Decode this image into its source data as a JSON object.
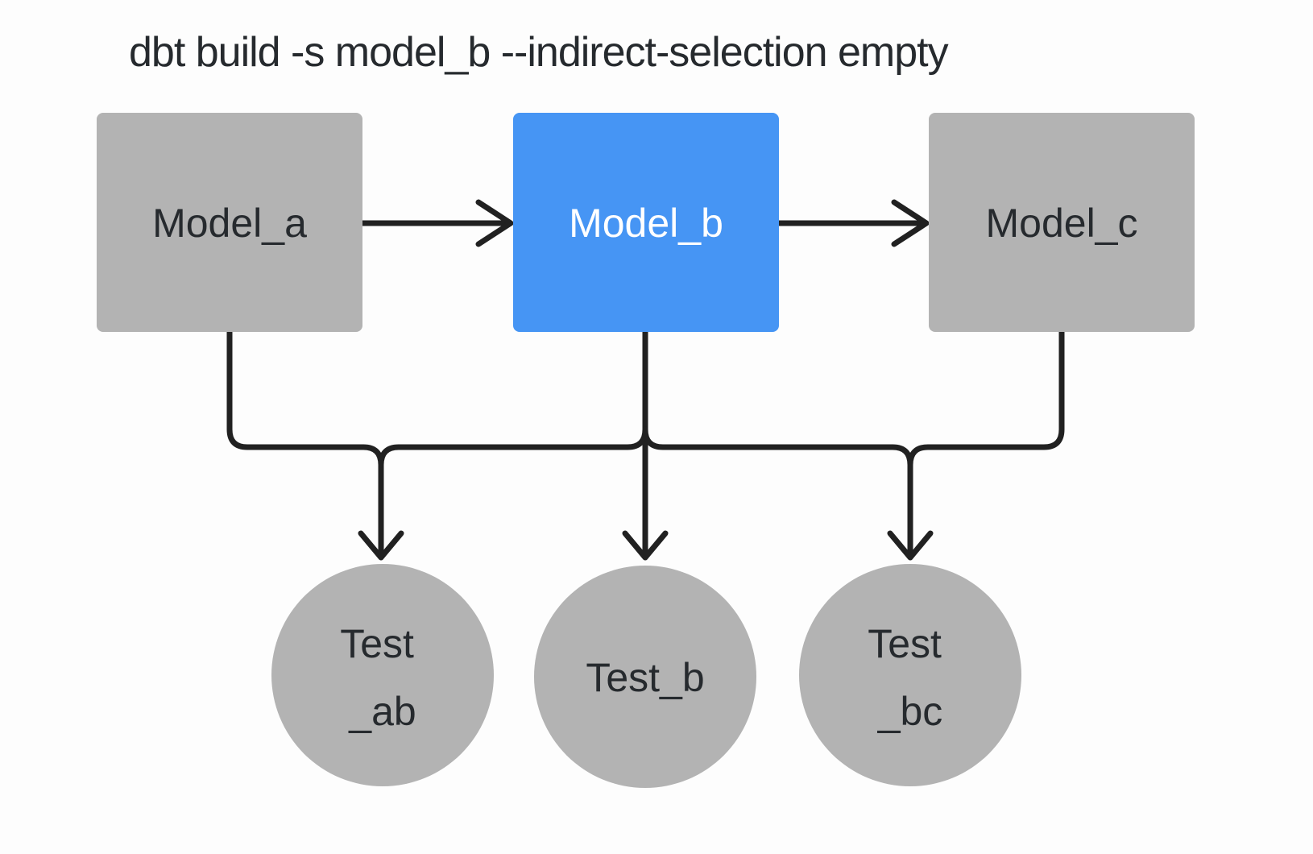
{
  "title": "dbt build -s model_b --indirect-selection empty",
  "colors": {
    "background": "#fdfdfd",
    "node_gray": "#b3b3b3",
    "node_selected_blue": "#4695f4",
    "edge_black": "#212121",
    "text_dark": "#262a2e",
    "text_light": "#ffffff"
  },
  "nodes": {
    "models": [
      {
        "id": "model_a",
        "label": "Model_a",
        "selected": false
      },
      {
        "id": "model_b",
        "label": "Model_b",
        "selected": true
      },
      {
        "id": "model_c",
        "label": "Model_c",
        "selected": false
      }
    ],
    "tests": [
      {
        "id": "test_ab",
        "label": "Test_ab",
        "lines": [
          "Test",
          "_ab"
        ]
      },
      {
        "id": "test_b",
        "label": "Test_b",
        "lines": [
          "Test_b"
        ]
      },
      {
        "id": "test_bc",
        "label": "Test_bc",
        "lines": [
          "Test",
          "_bc"
        ]
      }
    ]
  },
  "edges": [
    {
      "from": "model_a",
      "to": "model_b"
    },
    {
      "from": "model_b",
      "to": "model_c"
    },
    {
      "from": "model_a",
      "to": "test_ab"
    },
    {
      "from": "model_b",
      "to": "test_ab"
    },
    {
      "from": "model_b",
      "to": "test_b"
    },
    {
      "from": "model_b",
      "to": "test_bc"
    },
    {
      "from": "model_c",
      "to": "test_bc"
    }
  ]
}
